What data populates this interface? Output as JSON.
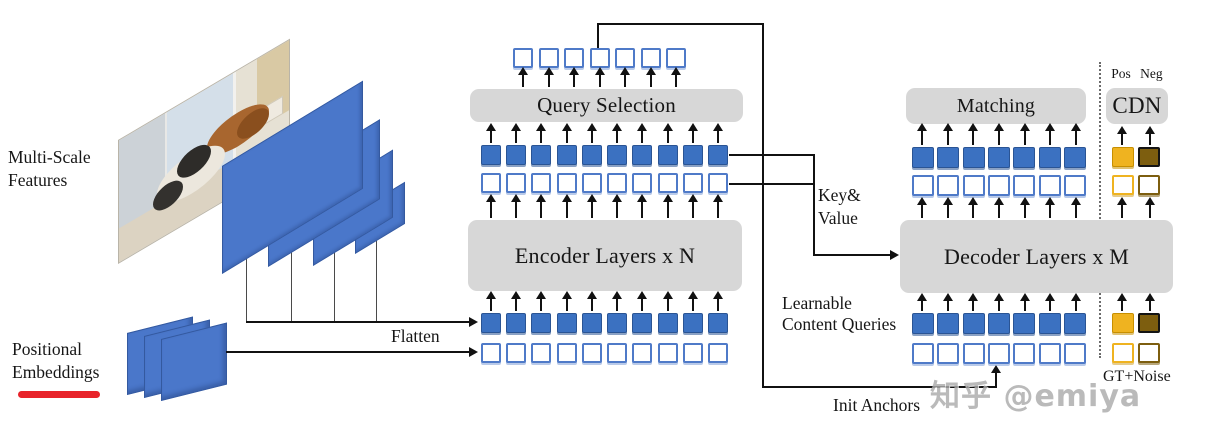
{
  "left_labels": {
    "multi_scale_1": "Multi-Scale",
    "multi_scale_2": "Features",
    "positional_1": "Positional",
    "positional_2": "Embeddings"
  },
  "flow_labels": {
    "flatten": "Flatten",
    "key_value_1": "Key&",
    "key_value_2": "Value",
    "learnable_1": "Learnable",
    "learnable_2": "Content Queries",
    "init_anchors": "Init Anchors",
    "gt_noise": "GT+Noise",
    "pos_neg": "Pos Neg"
  },
  "boxes": {
    "query_selection": "Query Selection",
    "encoder": "Encoder Layers x N",
    "matching": "Matching",
    "cdn": "CDN",
    "decoder": "Decoder Layers x M"
  },
  "rows": {
    "selected_query_tokens": 7,
    "encoder_tokens": 10,
    "decoder_tokens": 7,
    "cdn_arrow_count": 2,
    "cdn_top_squares": [
      "gold-fill",
      "dark-fill"
    ],
    "cdn_outline_squares": [
      "gold-line",
      "dark-line"
    ]
  },
  "watermark": {
    "text": "知乎 @emiya"
  },
  "colors": {
    "token_blue": "#3B71C1",
    "token_blue_dark": "#2A5494",
    "token_outline": "#4F7AC8",
    "sheet_blue": "#4A77CA",
    "sheet_border": "#34599F",
    "gold": "#EFB320",
    "gold_dark": "#C78F00",
    "olive": "#7D5E0F",
    "box_gray": "#D7D7D7",
    "line_black": "#111111",
    "red_underline": "#E8232A",
    "watermark_gray": "#ACACAC"
  }
}
